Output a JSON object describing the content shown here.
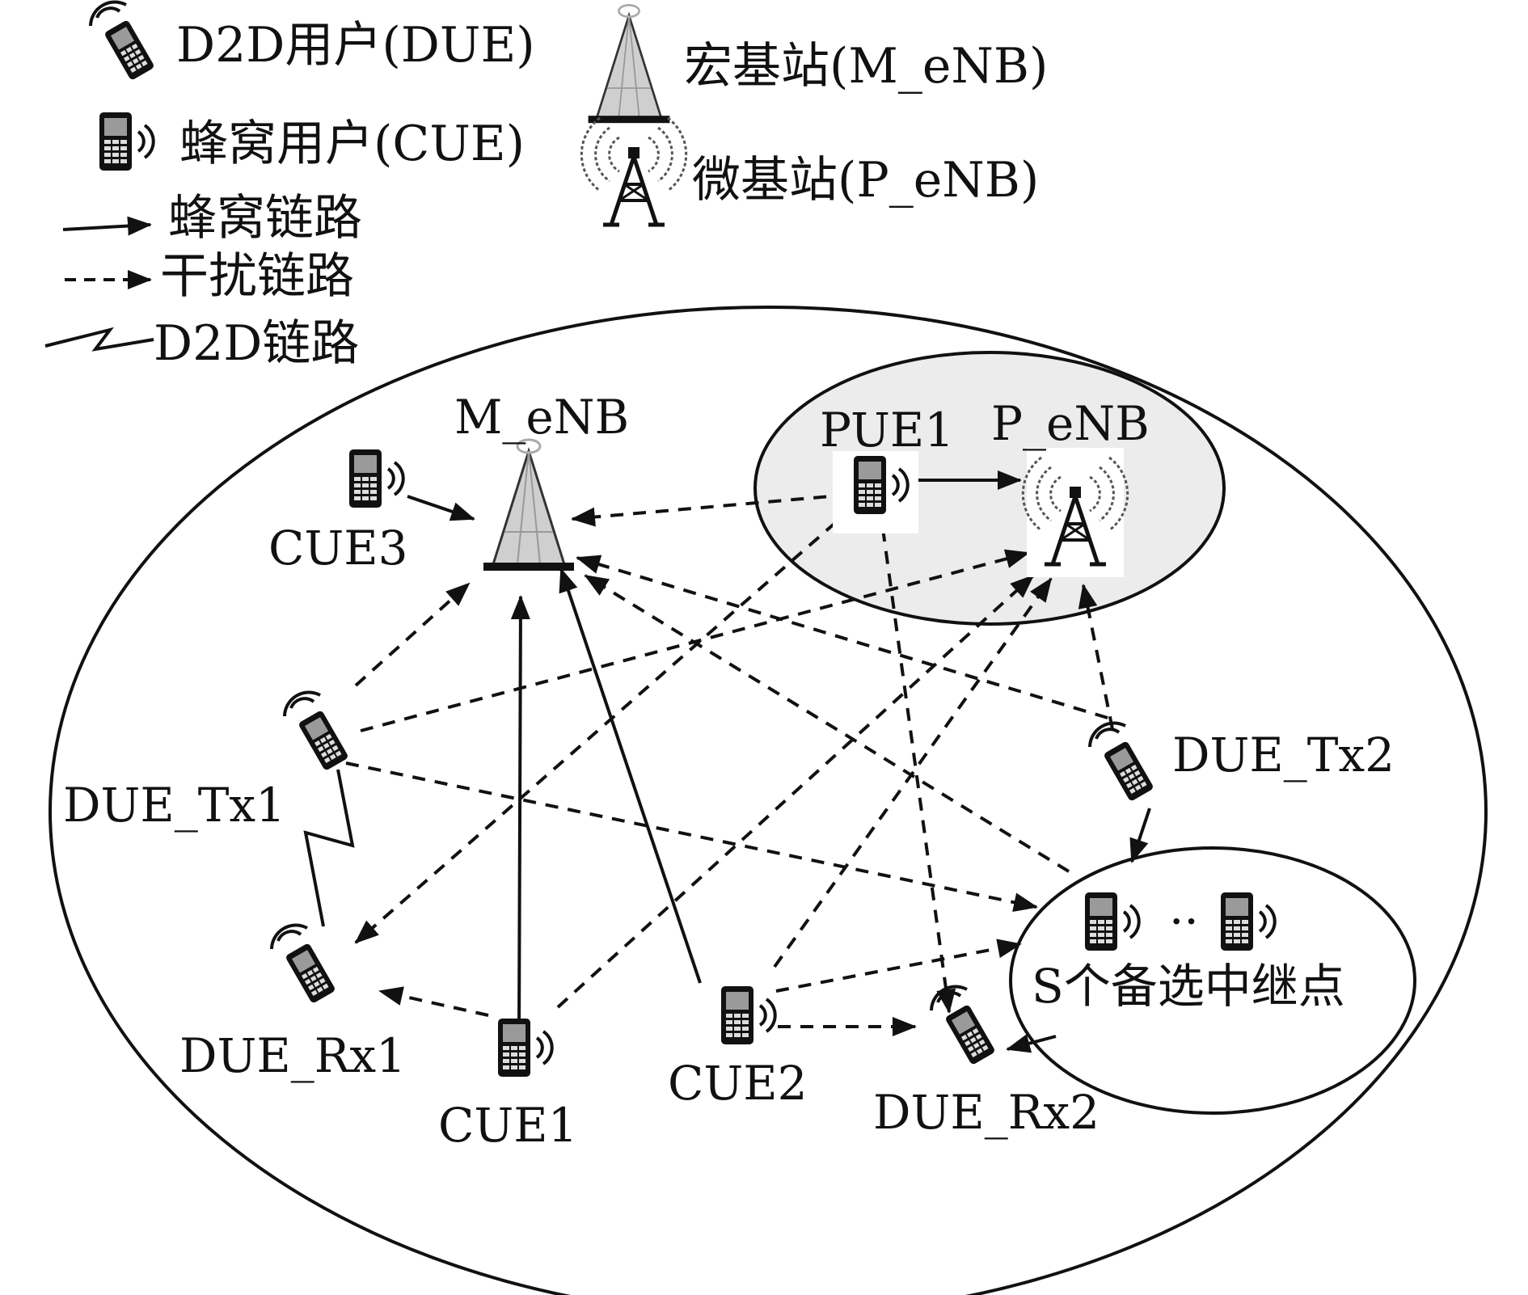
{
  "legend": {
    "due": "D2D用户(DUE)",
    "cue": "蜂窝用户(CUE)",
    "cellular_link": "蜂窝链路",
    "interference_link": "干扰链路",
    "d2d_link": "D2D链路",
    "macro_bs": "宏基站(M_eNB)",
    "pico_bs": "微基站(P_eNB)"
  },
  "nodes": {
    "m_enb": "M_eNB",
    "p_enb": "P_eNB",
    "pue1": "PUE1",
    "cue1": "CUE1",
    "cue2": "CUE2",
    "cue3": "CUE3",
    "due_tx1": "DUE_Tx1",
    "due_rx1": "DUE_Rx1",
    "due_tx2": "DUE_Tx2",
    "due_rx2": "DUE_Rx2",
    "relays": "S个备选中继点",
    "relay_ellipsis": "··"
  },
  "colors": {
    "ink": "#111111",
    "pico_cell_fill": "#ececec",
    "tower_fill": "#cccccc"
  },
  "icons": [
    "d2d-phone-icon",
    "cellular-phone-icon",
    "macro-tower-icon",
    "pico-tower-icon"
  ]
}
